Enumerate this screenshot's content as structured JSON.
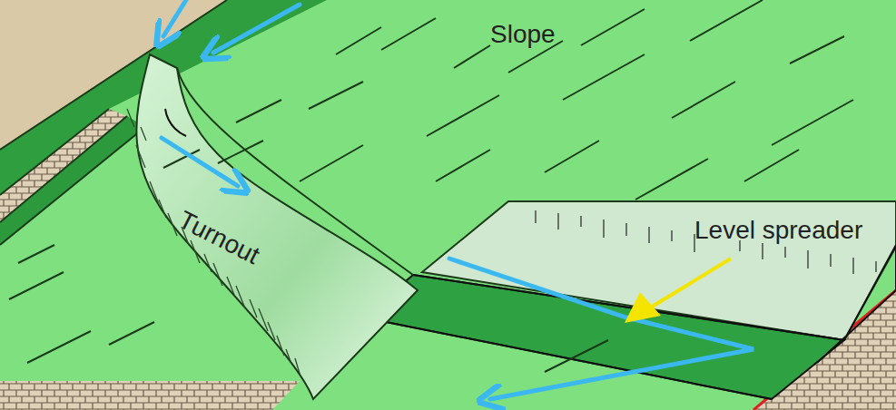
{
  "diagram": {
    "labels": [
      "Slope",
      "Turnout",
      "Level spreader"
    ]
  }
}
